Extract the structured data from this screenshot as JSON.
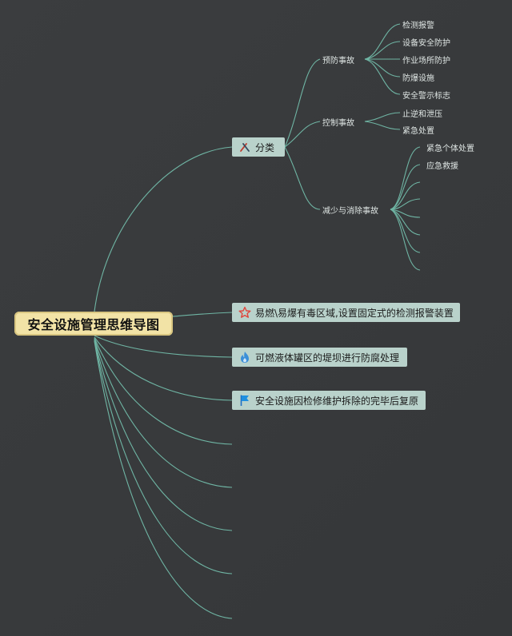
{
  "root": {
    "title": "安全设施管理思维导图"
  },
  "topics": [
    {
      "label": "分类",
      "icon": "tools-icon"
    },
    {
      "label": "易燃\\易爆有毒区域,设置固定式的检测报警装置",
      "icon": "star-icon"
    },
    {
      "label": "可燃液体罐区的堤坝进行防腐处理",
      "icon": "flame-icon"
    },
    {
      "label": "安全设施因检修维护拆除的完毕后复原",
      "icon": "flag-icon"
    }
  ],
  "categories": [
    {
      "label": "预防事故",
      "items": [
        "检测报警",
        "设备安全防护",
        "作业场所防护",
        "防爆设施",
        "安全警示标志"
      ]
    },
    {
      "label": "控制事故",
      "items": [
        "止逆和泄压",
        "紧急处置"
      ]
    },
    {
      "label": "减少与消除事故",
      "items": [
        "紧急个体处置",
        "应急救援"
      ]
    }
  ],
  "colors": {
    "background": "#3a3c3e",
    "connector": "#6fb5a4",
    "root_fill": "#f2e3a6",
    "topic_fill": "#b9d2cb"
  }
}
